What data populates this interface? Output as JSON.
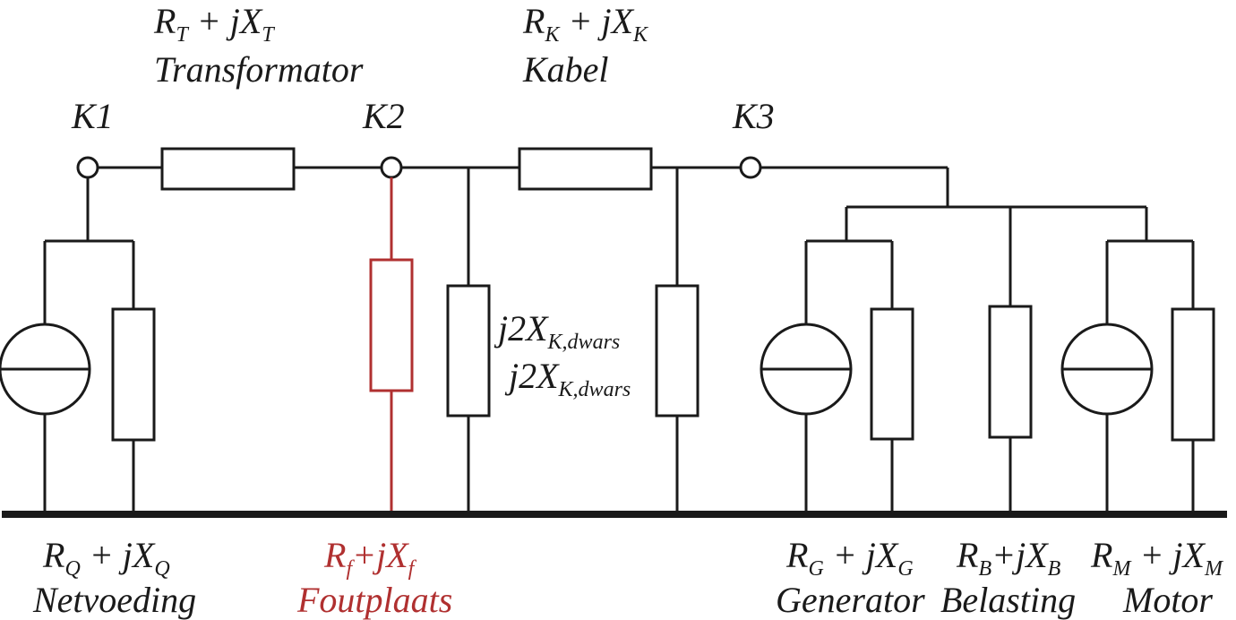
{
  "nodes": {
    "k1": "K1",
    "k2": "K2",
    "k3": "K3"
  },
  "transformer": {
    "R": "R",
    "R_sub": "T",
    "plus": " + j",
    "X": "X",
    "X_sub": "T",
    "name": "Transformator"
  },
  "cable": {
    "R": "R",
    "R_sub": "K",
    "plus": " + j",
    "X": "X",
    "X_sub": "K",
    "name": "Kabel"
  },
  "shunt1": {
    "main": "j2X",
    "sub": "K,dwars"
  },
  "shunt2": {
    "main": "j2X",
    "sub": "K,dwars"
  },
  "netvoeding": {
    "R": "R",
    "R_sub": "Q",
    "plus": " + j",
    "X": "X",
    "X_sub": "Q",
    "name": "Netvoeding"
  },
  "foutplaats": {
    "R": "R",
    "R_sub": "f",
    "plus": "+j",
    "X": "X",
    "X_sub": "f",
    "name": "Foutplaats"
  },
  "generator": {
    "R": "R",
    "R_sub": "G",
    "plus": " + j",
    "X": "X",
    "X_sub": "G",
    "name": "Generator"
  },
  "belasting": {
    "R": "R",
    "R_sub": "B",
    "plus": "+j",
    "X": "X",
    "X_sub": "B",
    "name": "Belasting"
  },
  "motor": {
    "R": "R",
    "R_sub": "M",
    "plus": " + j",
    "X": "X",
    "X_sub": "M",
    "name": "Motor"
  },
  "colors": {
    "line": "#1a1a1a",
    "fault": "#b03030"
  }
}
